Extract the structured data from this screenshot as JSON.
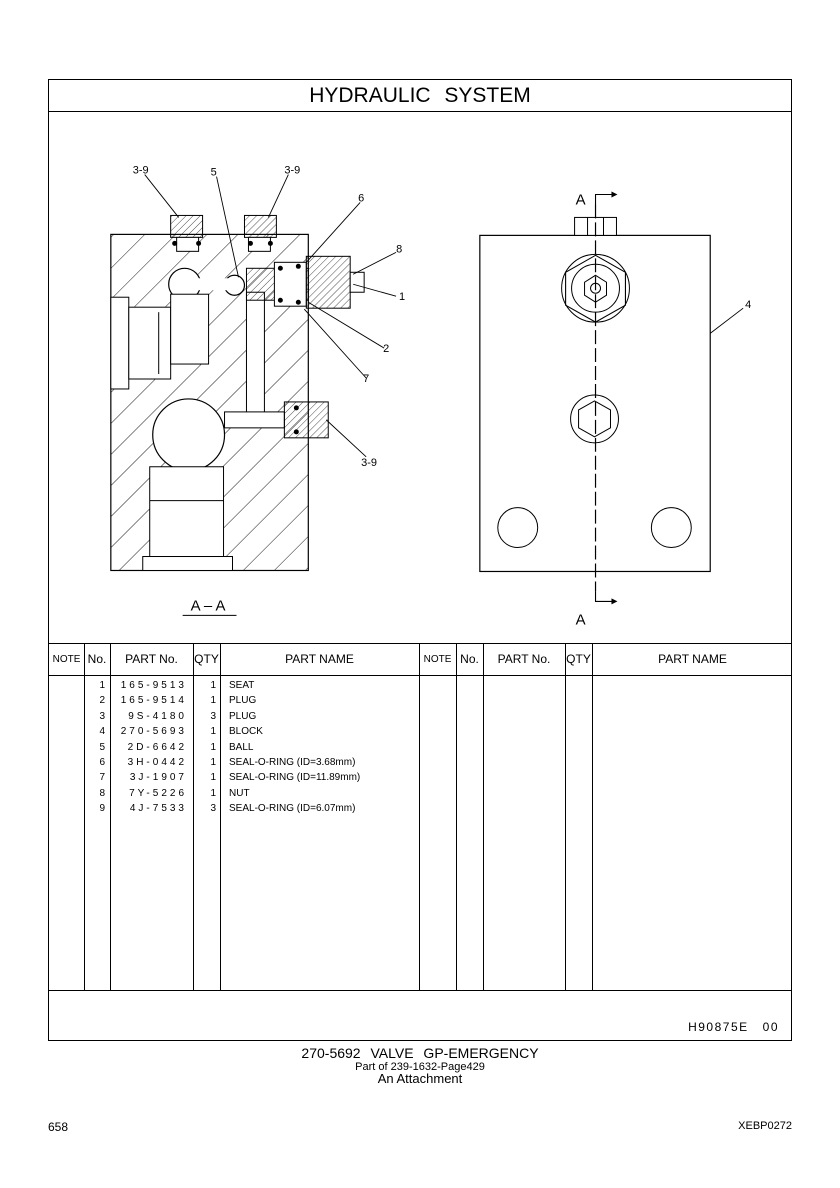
{
  "title": "HYDRAULIC SYSTEM",
  "drawing": {
    "callouts": {
      "c39a": "3-9",
      "c5": "5",
      "c39b": "3-9",
      "c6": "6",
      "c8": "8",
      "c1": "1",
      "c2": "2",
      "c7": "7",
      "c39c": "3-9",
      "c4": "4"
    },
    "section_mark": "A",
    "section_label": "A – A"
  },
  "table": {
    "headers": {
      "note": "NOTE",
      "no": "No.",
      "part_no": "PART No.",
      "qty": "QTY",
      "part_name": "PART NAME"
    },
    "rows": [
      {
        "no": "1",
        "part_no": "165-9513",
        "qty": "1",
        "name": "SEAT"
      },
      {
        "no": "2",
        "part_no": "165-9514",
        "qty": "1",
        "name": "PLUG"
      },
      {
        "no": "3",
        "part_no": "9S-4180",
        "qty": "3",
        "name": "PLUG"
      },
      {
        "no": "4",
        "part_no": "270-5693",
        "qty": "1",
        "name": "BLOCK"
      },
      {
        "no": "5",
        "part_no": "2D-6642",
        "qty": "1",
        "name": "BALL"
      },
      {
        "no": "6",
        "part_no": "3H-0442",
        "qty": "1",
        "name": "SEAL-O-RING (ID=3.68mm)"
      },
      {
        "no": "7",
        "part_no": "3J-1907",
        "qty": "1",
        "name": "SEAL-O-RING (ID=11.89mm)"
      },
      {
        "no": "8",
        "part_no": "7Y-5226",
        "qty": "1",
        "name": "NUT"
      },
      {
        "no": "9",
        "part_no": "4J-7533",
        "qty": "3",
        "name": "SEAL-O-RING (ID=6.07mm)"
      }
    ]
  },
  "footer": {
    "code": "H90875E",
    "revision": "00"
  },
  "caption": {
    "line1": "270-5692 VALVE GP-EMERGENCY",
    "line2": "Part of 239-1632-Page429",
    "line3": "An Attachment"
  },
  "page_number": "658",
  "doc_code": "XEBP0272"
}
